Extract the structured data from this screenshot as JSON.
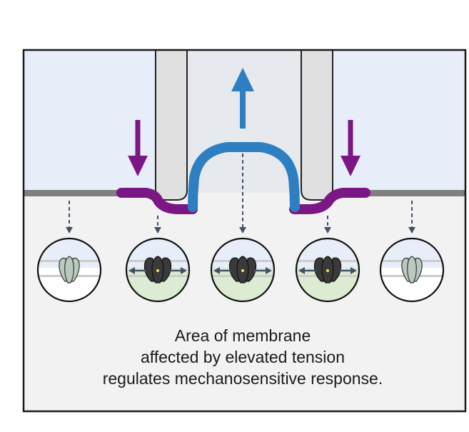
{
  "caption": {
    "line1": "Area of membrane",
    "line2": "affected by elevated tension",
    "line3": "regulates mechanosensitive response."
  },
  "colors": {
    "outside_fill": "#e8eef9",
    "inside_fill": "#f2f2f2",
    "membrane_resting": "#7f7f7f",
    "membrane_compressed": "#7b1785",
    "membrane_stretched": "#2d7fc1",
    "pipette_fill": "#e0e0e0",
    "pipette_outline": "#222222",
    "channel_closed": "#b9c9bd",
    "channel_open": "#3a3a3a",
    "inset_inside_tensioned": "#dcecd2",
    "arrow_dashed": "#43506a"
  },
  "insets": [
    {
      "state": "closed",
      "tension": "resting"
    },
    {
      "state": "open",
      "tension": "elevated"
    },
    {
      "state": "open",
      "tension": "elevated"
    },
    {
      "state": "open",
      "tension": "elevated"
    },
    {
      "state": "closed",
      "tension": "resting"
    }
  ]
}
